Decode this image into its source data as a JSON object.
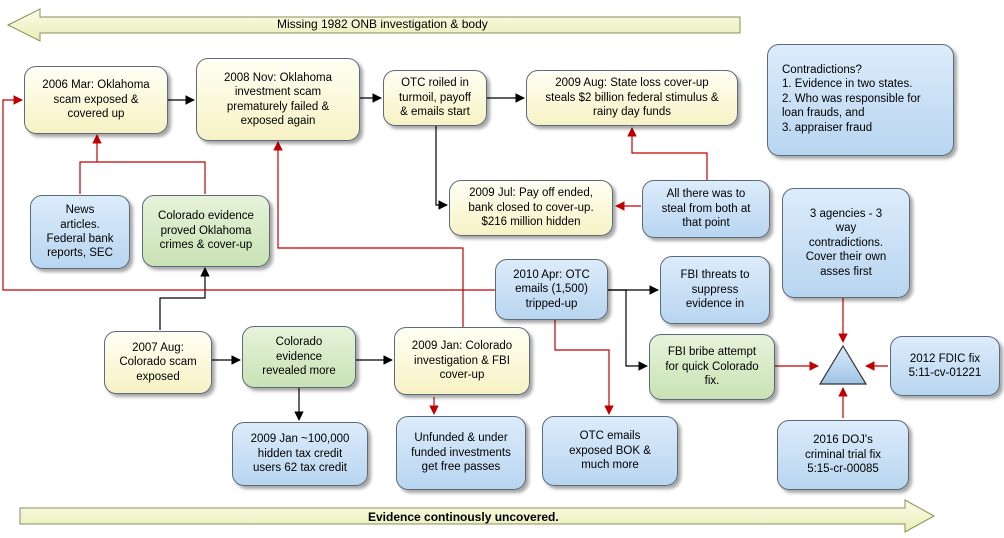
{
  "banners": {
    "top": "Missing 1982 ONB investigation & body",
    "bottom": "Evidence continously  uncovered."
  },
  "boxes": {
    "b2006": "2006 Mar: Oklahoma\nscam exposed &\ncovered up",
    "b2008": "2008 Nov: Oklahoma\ninvestment scam\nprematurely failed &\nexposed again",
    "botc": "OTC roiled in\nturmoil, payoff\n& emails start",
    "b2009aug": "2009 Aug: State loss cover-up\nsteals $2 billion federal stimulus &\nrainy day funds",
    "contradictions": "Contradictions?\n1. Evidence in two states.\n2. Who was responsible for\nloan frauds, and\n3. appraiser fraud",
    "news": "News\narticles.\nFederal bank\nreports, SEC",
    "coloevid": "Colorado evidence\nproved Oklahoma\ncrimes & cover-up",
    "b2009jul": "2009 Jul: Pay off ended,\nbank closed to cover-up.\n$216 million hidden",
    "steal": "All there was to\nsteal from both at\nthat point",
    "agencies": "3 agencies - 3\nway\ncontradictions.\nCover their own\nasses first",
    "b2010": "2010 Apr: OTC\nemails (1,500)\ntripped-up",
    "fbithreat": "FBI threats to\nsuppress\nevidence in",
    "b2007": "2007 Aug:\nColorado scam\nexposed",
    "colorev": "Colorado\nevidence\nrevealed more",
    "b2009jan": "2009 Jan: Colorado\ninvestigation & FBI\ncover-up",
    "fbibribe": "FBI bribe attempt\nfor quick Colorado\nfix.",
    "fdic": "2012 FDIC fix\n5:11-cv-01221",
    "taxcredit": "2009 Jan ~100,000\nhidden tax credit\nusers 62 tax credit",
    "unfunded": "Unfunded & under\nfunded investments\nget free passes",
    "otcemails": "OTC emails\nexposed BOK &\nmuch more",
    "doj": "2016 DOJ's\ncriminal trial fix\n5:15-cr-00085"
  },
  "colors": {
    "yellow_fill": "#f7f2c4",
    "blue_fill": "#b8d5f0",
    "green_fill": "#c9e2b4",
    "red_arrow": "#c00000",
    "black_arrow": "#000000",
    "banner_fill": "#f5f7d2"
  }
}
